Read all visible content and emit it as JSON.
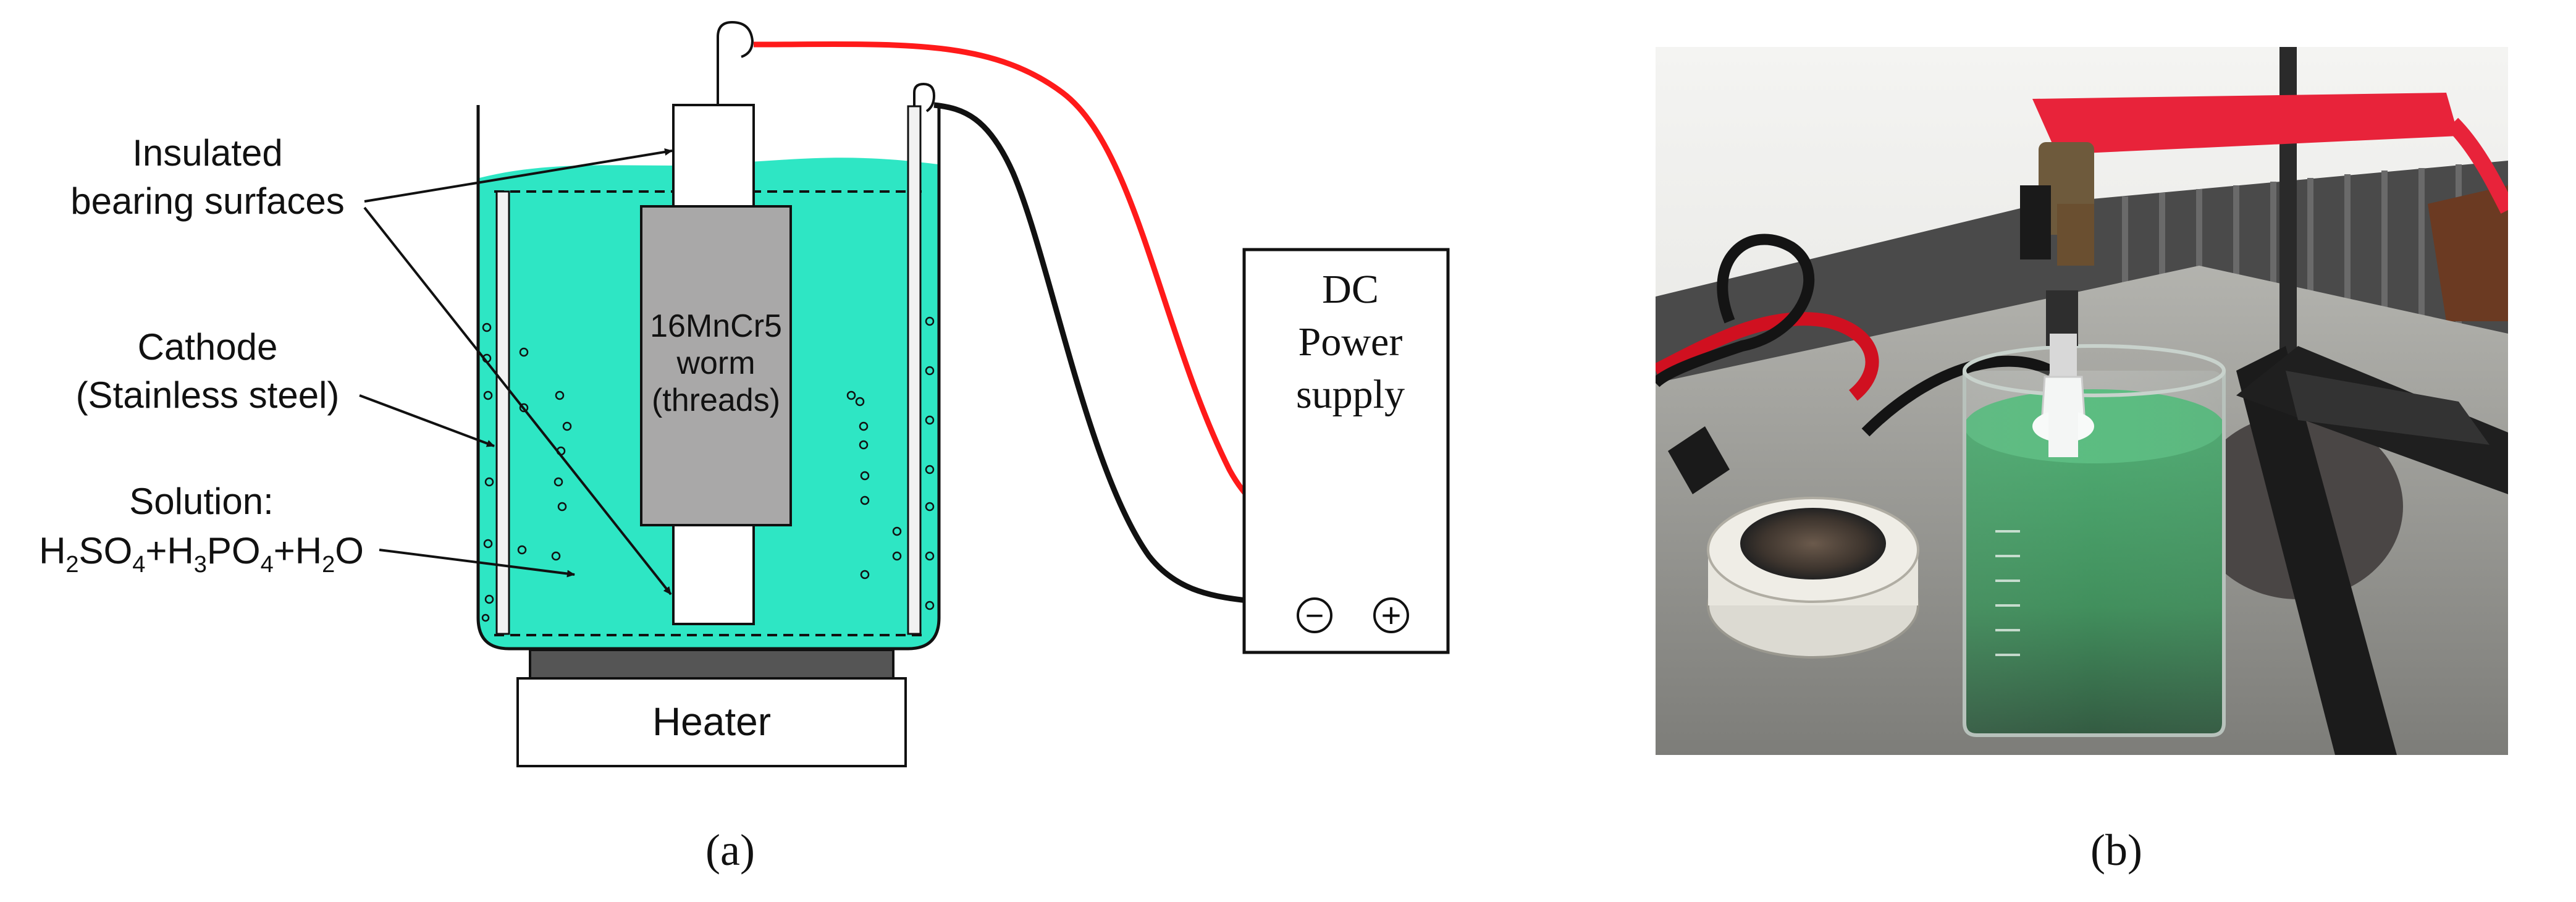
{
  "figure": {
    "panel_a": {
      "caption": "(a)",
      "labels": {
        "insulated_line1": "Insulated",
        "insulated_line2": "bearing surfaces",
        "cathode_line1": "Cathode",
        "cathode_line2": "(Stainless steel)",
        "solution_line1": "Solution:",
        "solution_formula_parts": [
          "H",
          "2",
          "SO",
          "4",
          "+H",
          "3",
          "PO",
          "4",
          "+H",
          "2",
          "O"
        ],
        "worm_line1": "16MnCr5",
        "worm_line2": "worm",
        "worm_line3": "(threads)",
        "heater": "Heater",
        "ps_line1": "DC",
        "ps_line2": "Power",
        "ps_line3": "supply",
        "minus": "−",
        "plus": "+"
      },
      "colors": {
        "solution": "#2ee6c4",
        "worm": "#a9a8a8",
        "insulation": "#ffffff",
        "positive_wire": "#ff1a1a",
        "negative_wire": "#111111",
        "heater_plate": "#555555",
        "outline": "#111111"
      }
    },
    "panel_b": {
      "caption": "(b)",
      "image_description_icon": "photo-electropolishing-setup",
      "colors": {
        "wall": "#ececec",
        "bench": "#9b9b97",
        "solution": "#1a7a3a",
        "clamp_red": "#e8233a",
        "clamp_black": "#1b1b1b",
        "radiator": "#4a4a4a"
      }
    }
  }
}
